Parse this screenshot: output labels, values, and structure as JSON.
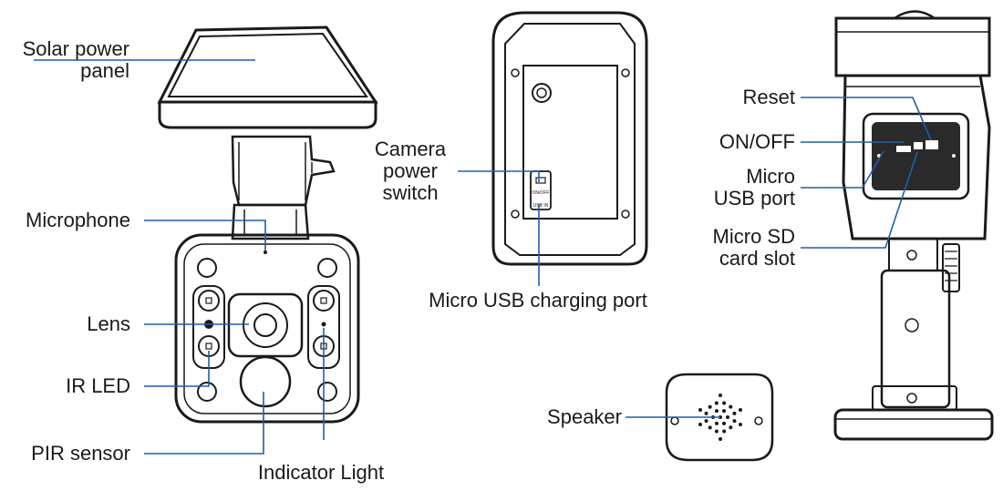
{
  "colors": {
    "leader_line": "#1f5fa8",
    "outline": "#1a1a1a",
    "background": "#ffffff",
    "shell": "#ffffff",
    "port_panel": "#2a2a2a"
  },
  "labels": {
    "solar_panel": [
      "Solar power",
      "panel"
    ],
    "microphone": "Microphone",
    "lens": "Lens",
    "ir_led": "IR LED",
    "pir_sensor": "PIR sensor",
    "indicator_light": "Indicator Light",
    "camera_power_switch": [
      "Camera",
      "power",
      "switch"
    ],
    "micro_usb_charging_port": "Micro USB charging port",
    "speaker": "Speaker",
    "reset": "Reset",
    "on_off": "ON/OFF",
    "micro_usb_port": [
      "Micro",
      "USB port"
    ],
    "micro_sd_card_slot": [
      "Micro SD",
      "card slot"
    ]
  },
  "switch_markings": {
    "on_off": "ON/OFF",
    "usb": "USB IN"
  },
  "icons": [
    "solar-panel-icon",
    "camera-front-view",
    "camera-back-view",
    "camera-side-view",
    "speaker-grille-icon"
  ]
}
